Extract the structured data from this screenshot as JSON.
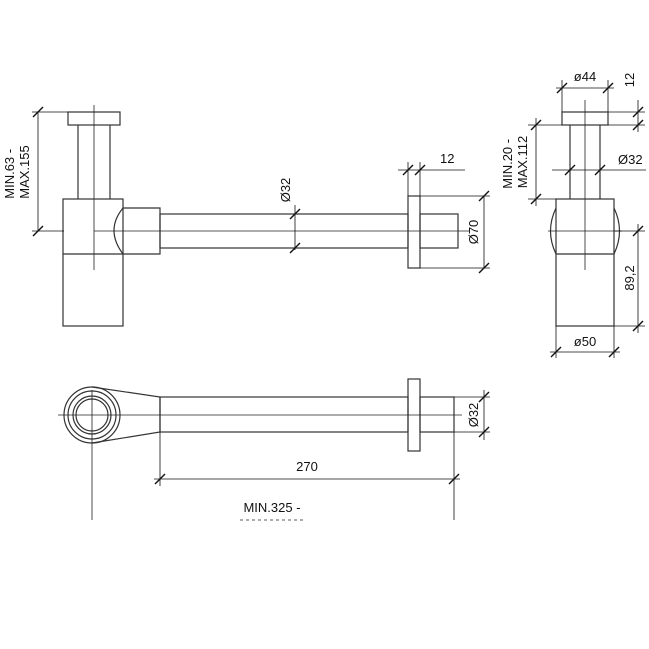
{
  "title": "",
  "views": {
    "side": {
      "height_range": [
        "MIN.63 -",
        "MAX.155"
      ],
      "pipe_diameter": "Ø32",
      "flange_thickness": "12",
      "flange_diameter": "Ø70"
    },
    "end": {
      "cap_diameter": "ø44",
      "cap_thickness": "12",
      "height_range": [
        "MIN.20 -",
        "MAX.112"
      ],
      "stem_diameter": "Ø32",
      "body_height": "89,2",
      "body_diameter": "ø50"
    },
    "top": {
      "pipe_diameter": "Ø32",
      "pipe_length": "270",
      "total_length": "MIN.325 -"
    }
  }
}
